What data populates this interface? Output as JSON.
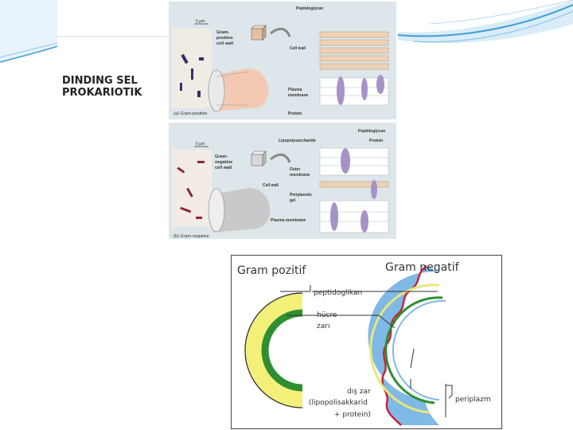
{
  "slide": {
    "title_line1": "DINDING SEL",
    "title_line2": "PROKARIOTIK"
  },
  "top_figure": {
    "panel_a": {
      "scale": "5 µm",
      "callout": [
        "Gram-",
        "positive",
        "cell wall"
      ],
      "labels": {
        "peptidoglycan": "Peptidoglycan",
        "cell_wall": "Cell wall",
        "plasma_membrane": [
          "Plasma",
          "membrane"
        ],
        "protein": "Protein"
      },
      "caption": "(a) Gram-positive"
    },
    "panel_b": {
      "scale": "5 µm",
      "callout": [
        "Gram-",
        "negative",
        "cell wall"
      ],
      "labels": {
        "lipopolysaccharide": "Lipopolysaccharide",
        "peptidoglycan": "Peptidoglycan",
        "protein": "Protein",
        "outer_membrane": [
          "Outer",
          "membrane"
        ],
        "cell_wall": "Cell wall",
        "periplasmic_gel": [
          "Periplasmic",
          "gel"
        ],
        "plasma_membrane": "Plasma membrane"
      },
      "caption": "(b) Gram-negative"
    }
  },
  "bottom_figure": {
    "title_left": "Gram pozitif",
    "title_right": "Gram negatif",
    "label_peptidoglikan": "peptidoglikan",
    "label_hucre_zari": [
      "hücre",
      "zarı"
    ],
    "label_dis_zar": [
      "dış zar",
      "(lipopolisakkarid",
      "+ protein)"
    ],
    "label_periplazm": "periplazm"
  },
  "colors": {
    "banner_blue": "#3f9fd8",
    "yellow": "#f3f07a",
    "green": "#2f8f2f",
    "light_blue": "#7fb9e6",
    "red_outline": "#c6213a",
    "panel_bg": "#dde6ea",
    "wall_tan": "#e8cdb0",
    "protein_purple": "#a792c8"
  }
}
